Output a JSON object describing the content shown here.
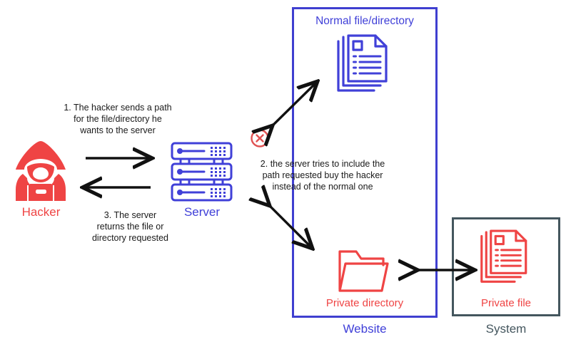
{
  "diagram": {
    "title": "Path traversal attack flow diagram",
    "colors": {
      "red": "#ef4444",
      "blue": "#4040d8",
      "website_border": "#3f3fd0",
      "system_border": "#44565e",
      "arrow": "#111111",
      "background": "#ffffff"
    }
  },
  "actors": {
    "hacker": {
      "label": "Hacker",
      "icon": "hacker-hooded-figure-icon"
    },
    "server": {
      "label": "Server",
      "icon": "server-rack-icon"
    }
  },
  "steps": [
    {
      "id": "step-1",
      "text": "1. The hacker sends a path\nfor the file/directory he\nwants to the server"
    },
    {
      "id": "step-3",
      "text": "3. The server\nreturns the file or\ndirectory requested"
    },
    {
      "id": "step-2",
      "text": "2. the server tries to include the\npath requested buy the hacker\ninstead of the normal one"
    }
  ],
  "website": {
    "caption": "Website",
    "normal_file": {
      "label": "Normal file/directory",
      "icon": "document-stack-icon"
    },
    "private_directory": {
      "label": "Private directory",
      "icon": "folder-open-icon"
    }
  },
  "system": {
    "caption": "System",
    "private_file": {
      "label": "Private file",
      "icon": "document-stack-icon"
    }
  },
  "markers": {
    "blocked": {
      "name": "error-circle-x-icon",
      "tooltip": "blocked"
    }
  },
  "arrows": [
    {
      "id": "hacker-to-server",
      "direction": "right"
    },
    {
      "id": "server-to-hacker",
      "direction": "left"
    },
    {
      "id": "server-to-normal-file",
      "direction": "both-diagonal-up"
    },
    {
      "id": "server-to-private-directory",
      "direction": "both-diagonal-down"
    },
    {
      "id": "private-directory-to-private-file",
      "direction": "both-horizontal"
    }
  ]
}
